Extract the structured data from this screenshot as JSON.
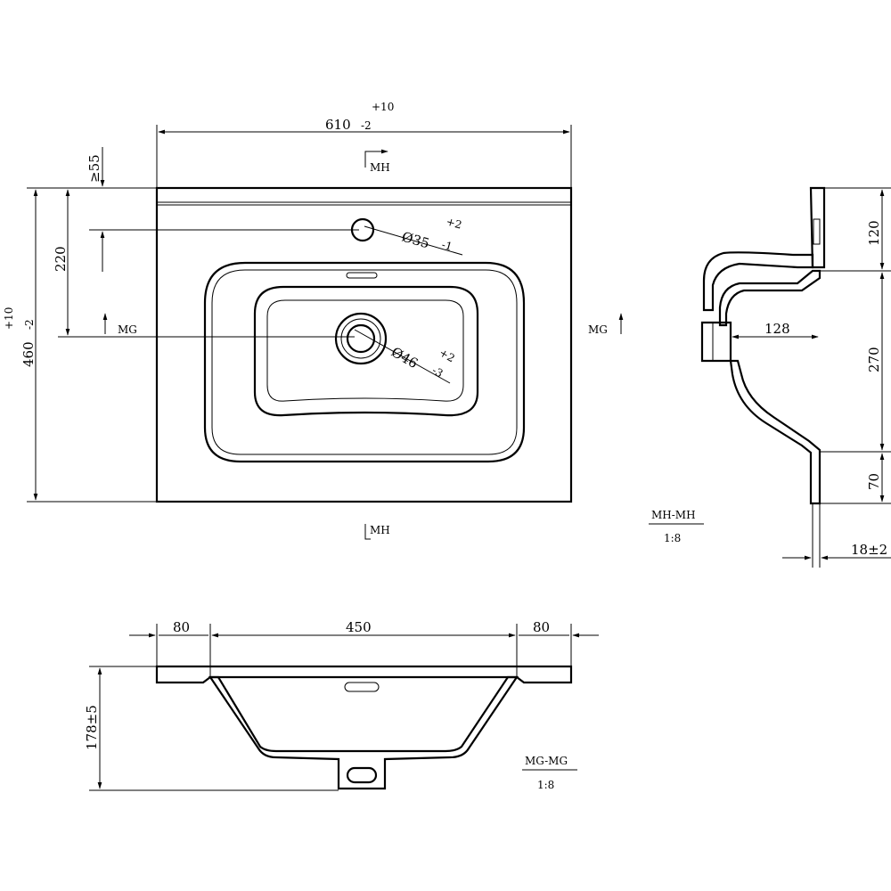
{
  "plan": {
    "width_main": "610",
    "width_tol_plus": "+10",
    "width_tol_minus": "-2",
    "depth_main": "460",
    "depth_tol_plus": "+10",
    "depth_tol_minus": "-2",
    "dim_220": "220",
    "dim_55": "≥55",
    "tap_hole": "Ø35",
    "tap_tol_plus": "+2",
    "tap_tol_minus": "-1",
    "drain_hole": "Ø46",
    "drain_tol_plus": "+2",
    "drain_tol_minus": "-3",
    "section_mh_top": "MH",
    "section_mh_bottom": "MH",
    "section_mg_left": "MG",
    "section_mg_right": "MG"
  },
  "side_section": {
    "dim_120": "120",
    "dim_270": "270",
    "dim_70": "70",
    "dim_128": "128",
    "dim_18": "18±2",
    "label": "MH-MH",
    "scale": "1:8"
  },
  "front_section": {
    "dim_80_left": "80",
    "dim_450": "450",
    "dim_80_right": "80",
    "dim_178": "178±5",
    "label": "MG-MG",
    "scale": "1:8"
  }
}
